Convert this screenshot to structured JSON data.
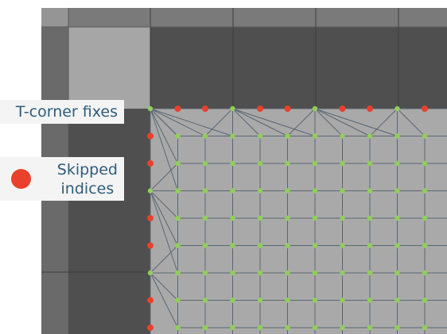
{
  "labels": {
    "t_corner": "T-corner fixes",
    "skipped_line1": "Skipped",
    "skipped_line2": "indices"
  },
  "colors": {
    "background": "#ffffff",
    "outer_border": "#6e6e6e",
    "dark_region": "#4f4f4f",
    "mid_region": "#5c5c5c",
    "light_patch": "#a6a6a6",
    "mesh_fill": "#a9a9a9",
    "mesh_line": "#5a6672",
    "coarse_line": "#3c3c3c",
    "label_text": "#2d5c7c",
    "label_bg": "#f4f4f4",
    "green_vertex": "#8fcf5a",
    "red_vertex": "#e8412c"
  },
  "mesh": {
    "rows": 8,
    "columns": 11,
    "t_corner_fixes": {
      "top_edge_red_pattern": "every third vertex kept green, two skipped",
      "left_edge_red_pattern": "every third vertex kept green, two skipped"
    }
  }
}
